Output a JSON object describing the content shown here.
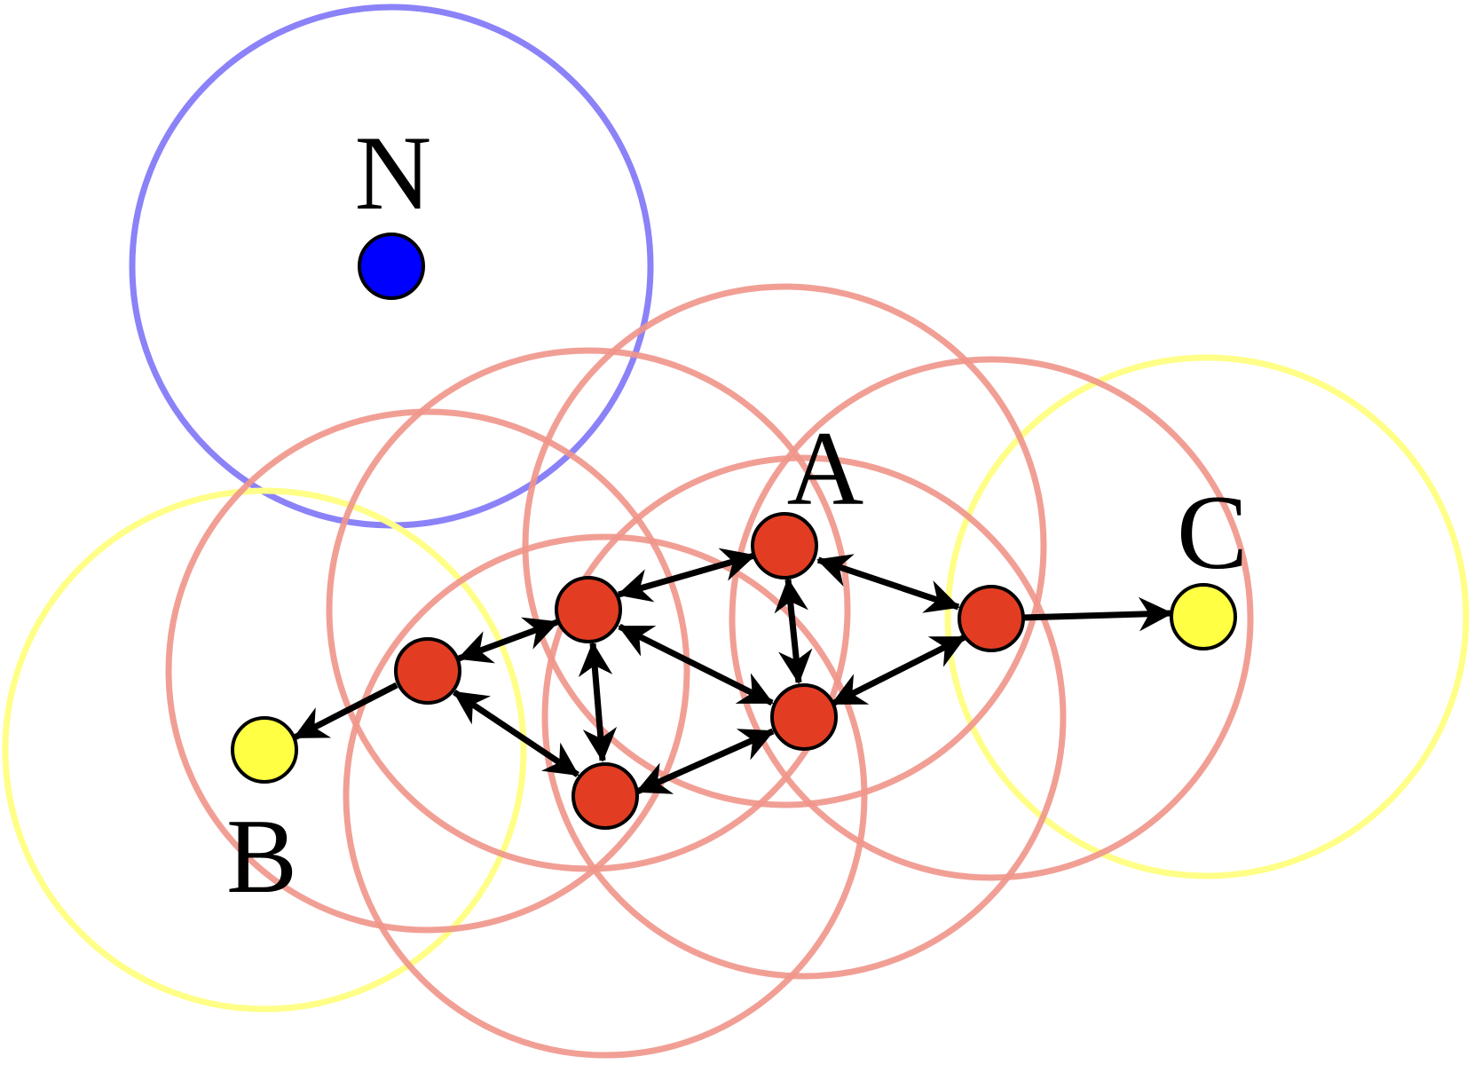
{
  "labels": {
    "noise": "N",
    "core": "A",
    "border_b": "B",
    "border_c": "C"
  },
  "colors": {
    "core_point": "#E23D22",
    "core_circle": "#F0958A",
    "border_point": "#FFFF44",
    "border_circle": "#FFFF88",
    "noise_point": "#0000FF",
    "noise_circle": "#8B82F8",
    "arrow": "#000000",
    "background": "#FFFFFF"
  }
}
